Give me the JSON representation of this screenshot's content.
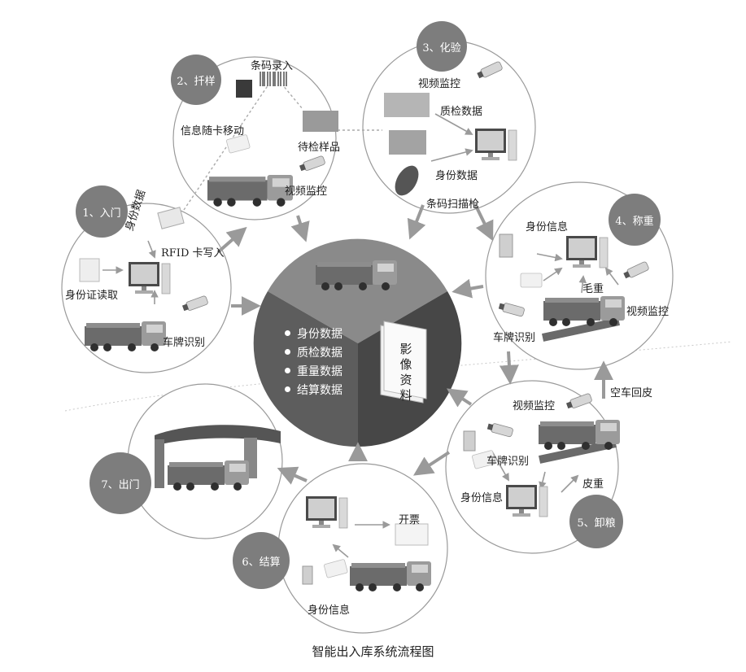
{
  "stages": {
    "s1": "1、入门",
    "s2": "2、扦样",
    "s3": "3、化验",
    "s4": "4、称重",
    "s5": "5、卸粮",
    "s6": "6、结算",
    "s7": "7、出门"
  },
  "labels": {
    "id_data_rotated": "身份数据",
    "rfid_write": "RFID 卡写入",
    "id_card_read": "身份证读取",
    "plate_recog_1": "车牌识别",
    "barcode_entry": "条码录入",
    "info_card_move": "信息随卡移动",
    "sample_pending": "待检样品",
    "video_monitor_2": "视频监控",
    "video_monitor_3": "视频监控",
    "quality_data_3": "质检数据",
    "id_data_3": "身份数据",
    "barcode_scanner": "条码扫描枪",
    "id_info_4": "身份信息",
    "gross_weight": "毛重",
    "video_monitor_4": "视频监控",
    "plate_recog_4": "车牌识别",
    "empty_return": "空车回皮",
    "video_monitor_5": "视频监控",
    "plate_recog_5": "车牌识别",
    "tare_weight": "皮重",
    "id_info_5": "身份信息",
    "invoice": "开票",
    "id_info_6": "身份信息"
  },
  "center": {
    "items": [
      "身份数据",
      "质检数据",
      "重量数据",
      "结算数据"
    ],
    "archive": "影像资料"
  },
  "caption": "智能出入库系统流程图",
  "colors": {
    "center_light": "#8a8a8a",
    "center_mid": "#5d5d5d",
    "center_dark": "#474747",
    "badge": "#7d7d7d",
    "arrow": "#9a9a9a"
  }
}
